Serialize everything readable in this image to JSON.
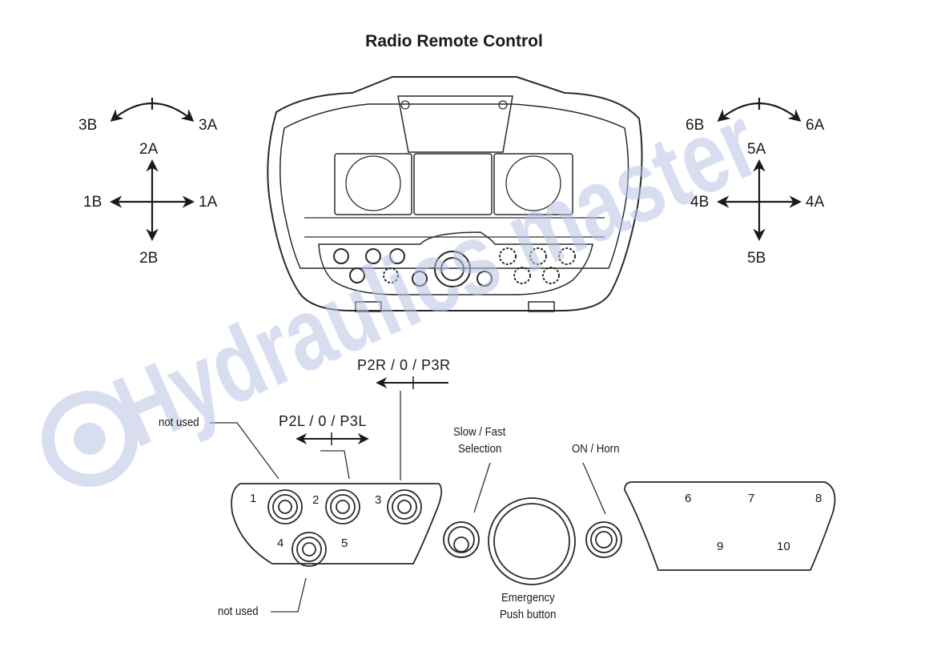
{
  "title": "Radio Remote Control",
  "left_joystick": {
    "rotate_left": "3B",
    "rotate_right": "3A",
    "up": "2A",
    "down": "2B",
    "left": "1B",
    "right": "1A"
  },
  "right_joystick": {
    "rotate_left": "6B",
    "rotate_right": "6A",
    "up": "5A",
    "down": "5B",
    "left": "4B",
    "right": "4A"
  },
  "callouts": {
    "p2": "P2R / 0 / P3R",
    "p3": "P2L / 0 / P3L",
    "not_used_top": "not used",
    "not_used_bottom": "not used",
    "slow_fast_line1": "Slow / Fast",
    "slow_fast_line2": "Selection",
    "on_horn": "ON / Horn",
    "emergency_line1": "Emergency",
    "emergency_line2": "Push button"
  },
  "left_panel_numbers": [
    "1",
    "2",
    "3",
    "4",
    "5"
  ],
  "right_panel_numbers": [
    "6",
    "7",
    "8",
    "9",
    "10"
  ],
  "watermark": "@Hydraulics master",
  "colors": {
    "line": "#1a1a1a",
    "watermark": "#b9c3e3"
  }
}
